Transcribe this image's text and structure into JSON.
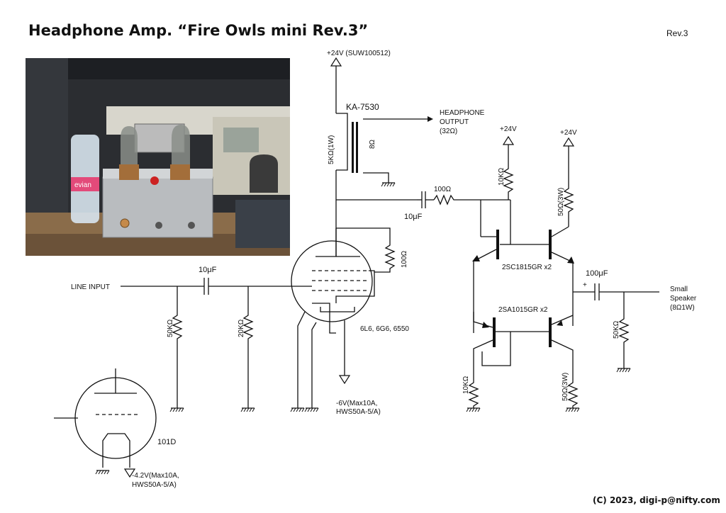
{
  "title": "Headphone Amp. “Fire Owls mini Rev.3”",
  "revision": "Rev.3",
  "copyright": "(C) 2023, digi-p@nifty.com",
  "labels": {
    "b_plus": "+24V (SUW100512)",
    "transformer": "KA-7530",
    "r_5k": "5KΩ(1W)",
    "z_8": "8Ω",
    "hp_out_1": "HEADPHONE",
    "hp_out_2": "OUTPUT",
    "hp_out_3": "(32Ω)",
    "v24_a": "+24V",
    "v24_b": "+24V",
    "r_10k_top": "10KΩ",
    "r_50_top": "50Ω(3W)",
    "r_100_series": "100Ω",
    "c_10u_out": "10μF",
    "r_100_screen": "100Ω",
    "line_input": "LINE INPUT",
    "c_10u_in": "10μF",
    "r_50k_in": "50KΩ",
    "r_20k_in": "20KΩ",
    "tube_main": "6L6, 6G6, 6550",
    "neg6_1": "-6V(Max10A,",
    "neg6_2": "HWS50A-5/A)",
    "q_npn": "2SC1815GR x2",
    "q_pnp": "2SA1015GR x2",
    "c_100u": "100μF",
    "c_plus": "+",
    "spk_1": "Small",
    "spk_2": "Speaker",
    "spk_3": "(8Ω1W)",
    "r_50k_out": "50KΩ",
    "r_10k_bot": "10KΩ",
    "r_50_bot": "50Ω(3W)",
    "tube_101d": "101D",
    "neg42_1": "-4.2V(Max10A,",
    "neg42_2": "HWS50A-5/A)"
  },
  "photo": {
    "bottle_label": "evian"
  }
}
